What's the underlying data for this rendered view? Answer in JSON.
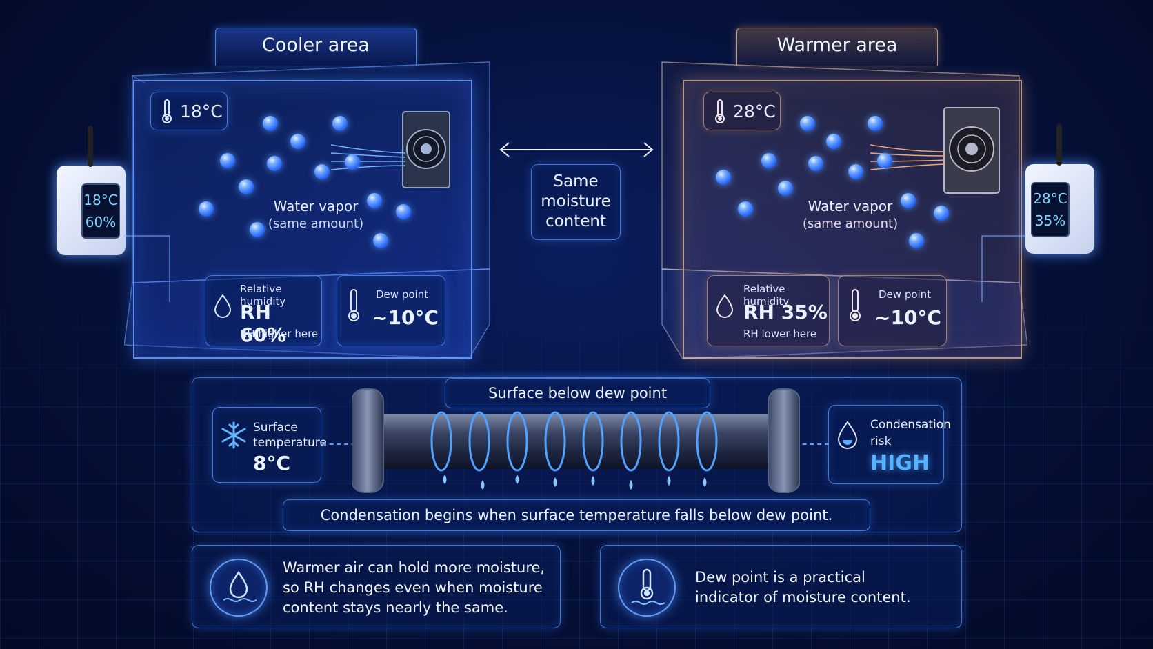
{
  "cooler": {
    "title": "Cooler area",
    "temperature": "18°C",
    "vapor_label": "Water vapor",
    "vapor_sub": "(same amount)",
    "rh_label": "Relative humidity",
    "rh_value": "RH 60%",
    "rh_note": "RH higher here",
    "dew_label": "Dew point",
    "dew_value": "~10°C",
    "sensor_temp": "18°C",
    "sensor_rh": "60%"
  },
  "warmer": {
    "title": "Warmer area",
    "temperature": "28°C",
    "vapor_label": "Water vapor",
    "vapor_sub": "(same amount)",
    "rh_label": "Relative humidity",
    "rh_value": "RH 35%",
    "rh_note": "RH lower here",
    "dew_label": "Dew point",
    "dew_value": "~10°C",
    "sensor_temp": "28°C",
    "sensor_rh": "35%"
  },
  "middle": {
    "line1": "Same",
    "line2": "moisture",
    "line3": "content"
  },
  "pipe_section": {
    "header": "Surface below dew point",
    "surface_label_1": "Surface",
    "surface_label_2": "temperature",
    "surface_value": "8°C",
    "risk_label_1": "Condensation",
    "risk_label_2": "risk",
    "risk_value": "HIGH",
    "caption": "Condensation begins when surface temperature falls below dew point."
  },
  "info_left": {
    "line1": "Warmer air can hold more moisture,",
    "line2": "so RH changes even when moisture",
    "line3": "content stays nearly the same."
  },
  "info_right": {
    "line1": "Dew point is a practical",
    "line2": "indicator of moisture content."
  },
  "colors": {
    "accent": "#2d6cff",
    "high": "#57b3ff",
    "warm_edge": "#f0c8a8"
  }
}
